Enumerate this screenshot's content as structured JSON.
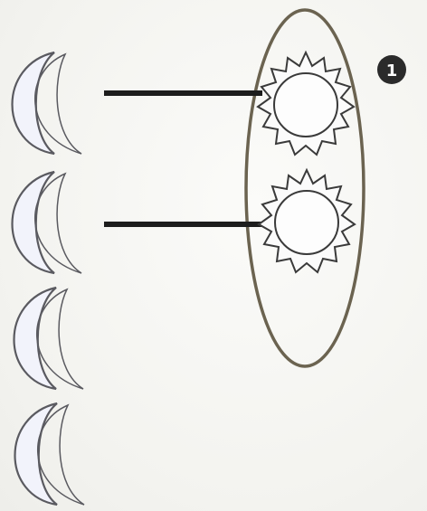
{
  "badge": {
    "label": "1"
  },
  "diagram": {
    "moon_count": 4,
    "sun_count": 2,
    "connections": [
      {
        "from": "moon-1",
        "to": "sun-1"
      },
      {
        "from": "moon-2",
        "to": "sun-2"
      }
    ],
    "colors": {
      "ellipse": "#6b6350",
      "line": "#1d1d1d",
      "moon_outline": "#5a5a60",
      "moon_fill": "#f2f3fb",
      "sun_outline": "#3a3a3a",
      "badge": "#2b2b2b"
    },
    "icons": [
      "moon-icon",
      "sun-icon",
      "numbered-badge"
    ]
  }
}
